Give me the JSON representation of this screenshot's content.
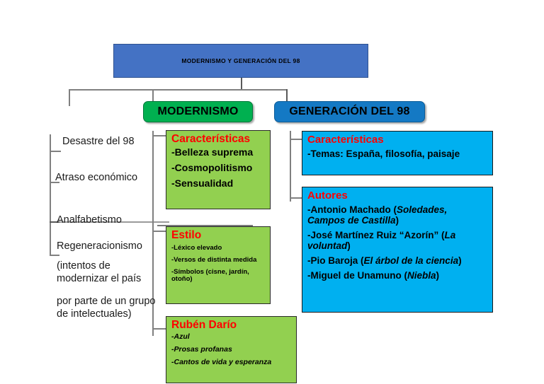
{
  "diagram": {
    "title_box": {
      "label": "MODERNISMO Y GENERACIÓN DEL 98"
    },
    "branches": {
      "modernismo": {
        "label": "MODERNISMO"
      },
      "generacion": {
        "label": "GENERACIÓN DEL 98"
      }
    },
    "left_notes": [
      {
        "id": "note-desastre",
        "text": "Desastre del 98"
      },
      {
        "id": "note-atraso",
        "text": "Atraso económico"
      },
      {
        "id": "note-analfabetismo",
        "text": "Analfabetismo"
      },
      {
        "id": "note-regeneracionismo",
        "text": "Regeneracionismo"
      },
      {
        "id": "note-intentos",
        "text": "(intentos de modernizar el país"
      },
      {
        "id": "note-grupo",
        "text": "por parte de un grupo de intelectuales)"
      }
    ],
    "modernismo_boxes": [
      {
        "id": "caracteristicas-modernismo",
        "heading": "Características",
        "items": [
          "-Belleza suprema",
          "-Cosmopolitismo",
          "-Sensualidad"
        ]
      },
      {
        "id": "estilo",
        "heading": "Estilo",
        "items": [
          "-Léxico elevado",
          "-Versos de distinta medida",
          "-Símbolos (cisne, jardín, otoño)"
        ]
      },
      {
        "id": "ruben-dario",
        "heading": "Rubén Darío",
        "items": [
          "-Azul",
          "-Prosas profanas",
          "-Cantos de vida y esperanza"
        ]
      }
    ],
    "generacion_boxes": [
      {
        "id": "caracteristicas-generacion",
        "heading": "Características",
        "items": [
          "-Temas: España, filosofía, paisaje"
        ]
      },
      {
        "id": "autores",
        "heading": "Autores",
        "items": [
          "-Antonio Machado (Soledades, Campos de Castilla)",
          "-José Martínez Ruiz “Azorín” (La voluntad)",
          "-Pio Baroja (El árbol de la ciencia)",
          "-Miguel de Unamuno (Niebla)"
        ]
      }
    ],
    "colors": {
      "title_blue": "#4472C4",
      "branch_green": "#00B050",
      "branch_blue": "#1479C4",
      "content_green": "#92D050",
      "content_blue": "#00B0F0",
      "heading_red": "#FF0000",
      "connector_gray": "#808080"
    }
  }
}
